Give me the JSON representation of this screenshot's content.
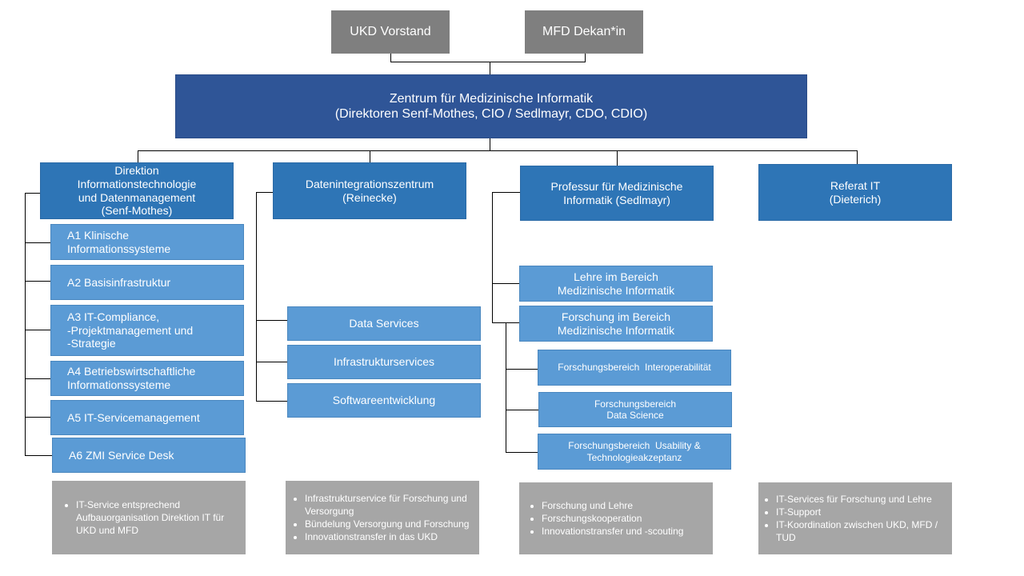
{
  "top": {
    "ukd": "UKD Vorstand",
    "mfd": "MFD Dekan*in"
  },
  "center": {
    "line1": "Zentrum für Medizinische Informatik",
    "line2": "(Direktoren Senf-Mothes, CIO / Sedlmayr, CDO, CDIO)"
  },
  "col1": {
    "head": [
      "Direktion",
      "Informationstechnologie",
      "und Datenmanagement",
      "(Senf-Mothes)"
    ],
    "items": [
      [
        "A1 Klinische",
        "Informationssysteme"
      ],
      [
        "A2 Basisinfrastruktur"
      ],
      [
        "A3 IT-Compliance,",
        "-Projektmanagement und",
        "-Strategie"
      ],
      [
        "A4 Betriebswirtschaftliche",
        "Informationssysteme"
      ],
      [
        "A5 IT-Servicemanagement"
      ],
      [
        "A6 ZMI Service Desk"
      ]
    ],
    "notes": [
      "IT-Service entsprechend Aufbauorganisation Direktion IT für UKD und MFD"
    ]
  },
  "col2": {
    "head": [
      "Datenintegrationszentrum",
      "(Reinecke)"
    ],
    "items": [
      "Data Services",
      "Infrastrukturservices",
      "Softwareentwicklung"
    ],
    "notes": [
      "Infrastrukturservice für Forschung und Versorgung",
      "Bündelung Versorgung und Forschung",
      "Innovationstransfer in das UKD"
    ]
  },
  "col3": {
    "head": [
      "Professur für Medizinische",
      "Informatik (Sedlmayr)"
    ],
    "items": [
      [
        "Lehre im Bereich",
        "Medizinische Informatik"
      ],
      [
        "Forschung im Bereich",
        "Medizinische Informatik"
      ]
    ],
    "subitems": [
      [
        "Forschungsbereich  Interoperabilität"
      ],
      [
        "Forschungsbereich",
        "Data Science"
      ],
      [
        "Forschungsbereich  Usability &",
        "Technologieakzeptanz"
      ]
    ],
    "notes": [
      "Forschung und Lehre",
      "Forschungskooperation",
      "Innovationstransfer und -scouting"
    ]
  },
  "col4": {
    "head": [
      "Referat IT",
      "(Dieterich)"
    ],
    "notes": [
      "IT-Services für Forschung und Lehre",
      "IT-Support",
      "IT-Koordination zwischen UKD, MFD / TUD"
    ]
  }
}
